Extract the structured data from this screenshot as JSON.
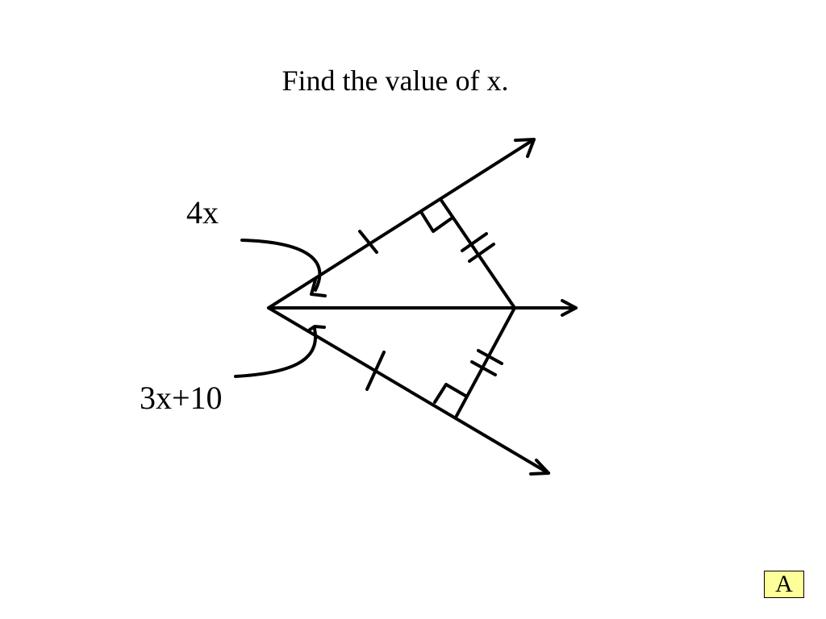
{
  "slide": {
    "title": "Find the value of x.",
    "angle_labels": {
      "top": "4x",
      "bottom": "3x+10"
    },
    "nav_button_label": "A"
  },
  "colors": {
    "background": "#ffffff",
    "stroke": "#000000",
    "button_fill": "#ffff99"
  }
}
